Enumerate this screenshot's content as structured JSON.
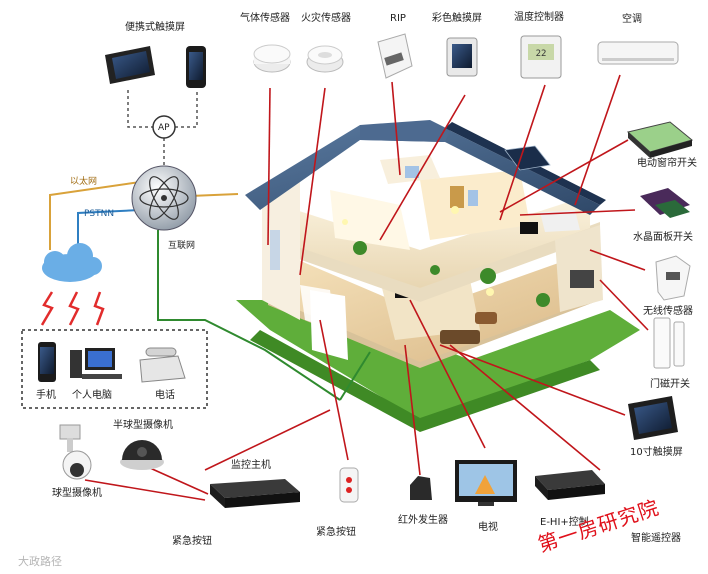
{
  "labels": {
    "portable_touchscreen": "便携式触摸屏",
    "gas_sensor": "气体传感器",
    "fire_sensor": "火灾传感器",
    "rip": "RIP",
    "color_touchscreen": "彩色触摸屏",
    "temp_controller": "温度控制器",
    "air_conditioner": "空调",
    "ap": "AP",
    "ethernet": "以太网",
    "pstn": "PSTNN",
    "internet": "互联网",
    "curtain_switch": "电动窗帘开关",
    "crystal_panel_switch": "水晶面板开关",
    "wireless_sensor": "无线传感器",
    "door_magnet": "门磁开关",
    "touchscreen_10inch": "10寸触摸屏",
    "mobile_phone": "手机",
    "personal_computer": "个人电脑",
    "telephone": "电话",
    "half_dome_camera": "半球型摄像机",
    "dome_camera": "球型摄像机",
    "monitor_host": "监控主机",
    "emergency_button_left": "紧急按钮",
    "emergency_button": "紧急按钮",
    "ir_transmitter": "红外发生器",
    "tv": "电视",
    "ehi_controller": "E-HI+控制",
    "smart_remote": "智能遥控器",
    "watermark": "第一房研究院",
    "corner_watermark": "大政路径"
  },
  "colors": {
    "connector": "#c0161b",
    "ethernet_line": "#d9a23a",
    "pstn_line": "#2f7fc2",
    "internet_line": "#2f8a2f",
    "roof": "#3d5a7e",
    "grass": "#5fae3a",
    "cloud": "#6aaee6",
    "watermark": "#e0101a"
  }
}
